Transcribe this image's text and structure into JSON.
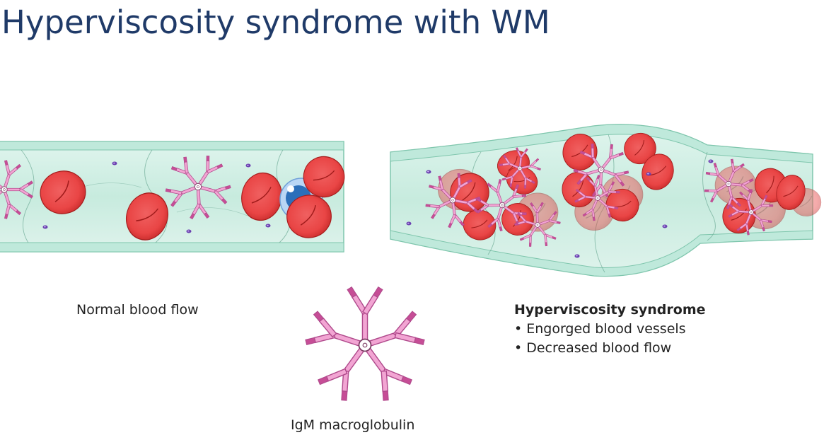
{
  "title": "Hyperviscosity syndrome with WM",
  "labels": {
    "normal": "Normal blood flow",
    "igm": "IgM macroglobulin",
    "syndrome_heading": "Hyperviscosity syndrome",
    "syndrome_points": [
      "Engorged blood vessels",
      "Decreased blood flow"
    ]
  },
  "colors": {
    "title": "#1f3a68",
    "vessel_fill": "#cdeee2",
    "vessel_stroke": "#7fc6ad",
    "rbc": "#ea4848",
    "igm": "#e07fc0",
    "platelet": "#6a3fb0",
    "white_cell": "#2c6fba"
  }
}
